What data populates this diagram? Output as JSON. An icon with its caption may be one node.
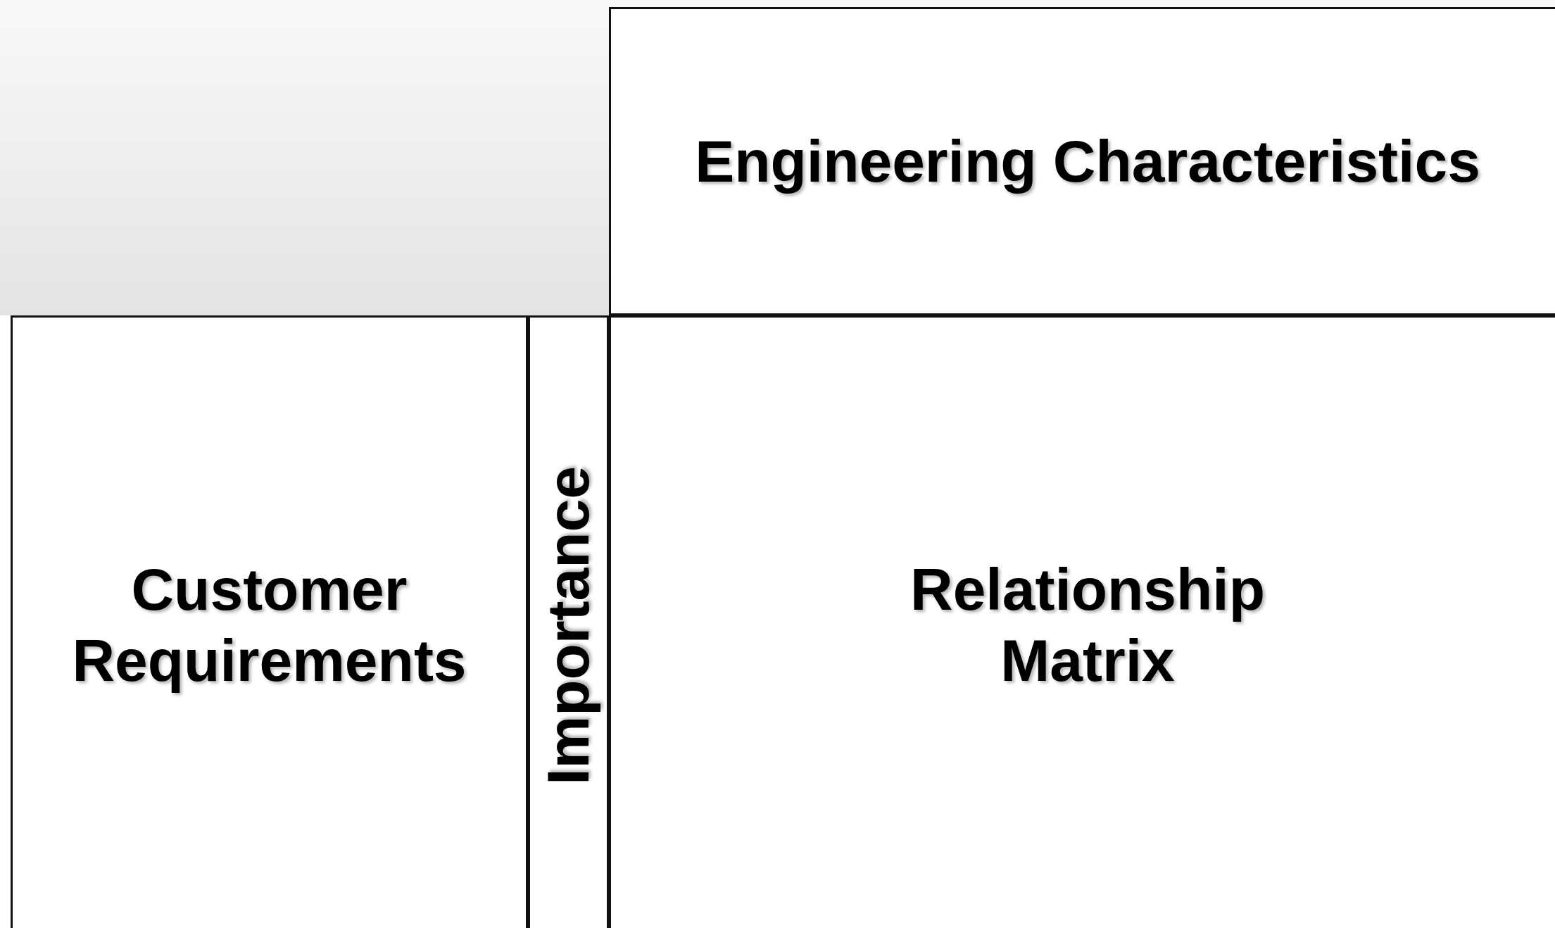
{
  "diagram": {
    "nodes": [
      {
        "text": [
          "Engineering Characteristics"
        ]
      },
      {
        "text": [
          "Customer Requirements"
        ]
      },
      {
        "text": [
          "Importance"
        ]
      },
      {
        "text": [
          "Relationship Matrix"
        ]
      }
    ]
  }
}
